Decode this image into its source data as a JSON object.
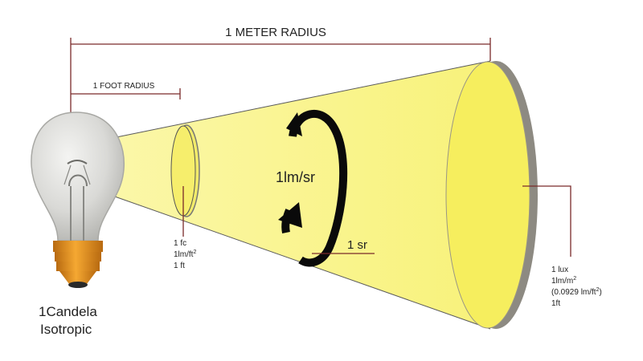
{
  "dimensions": {
    "meter_radius": "1 METER RADIUS",
    "foot_radius": "1 FOOT RADIUS"
  },
  "source": {
    "line1": "1Candela",
    "line2": "Isotropic"
  },
  "intensity": "1lm/sr",
  "solid_angle": "1 sr",
  "near_surface": {
    "line1": "1 fc",
    "line2": "1lm/ft",
    "line2_sup": "2",
    "line3": "1 ft"
  },
  "far_surface": {
    "line1": "1 lux",
    "line2": "1lm/m",
    "line2_sup": "2",
    "line3": "(0.0929 lm/ft",
    "line3_sup": "2",
    "line3_end": ")",
    "line4": "1ft"
  },
  "colors": {
    "light": "#f8f27a",
    "disc": "#f6ee5e",
    "disc_rim": "#8d8a82",
    "arrow": "#0a0a0a",
    "dim_line": "#7a2a2a",
    "bulb_base": "#e8951f",
    "glass": "#d8d8d6"
  }
}
